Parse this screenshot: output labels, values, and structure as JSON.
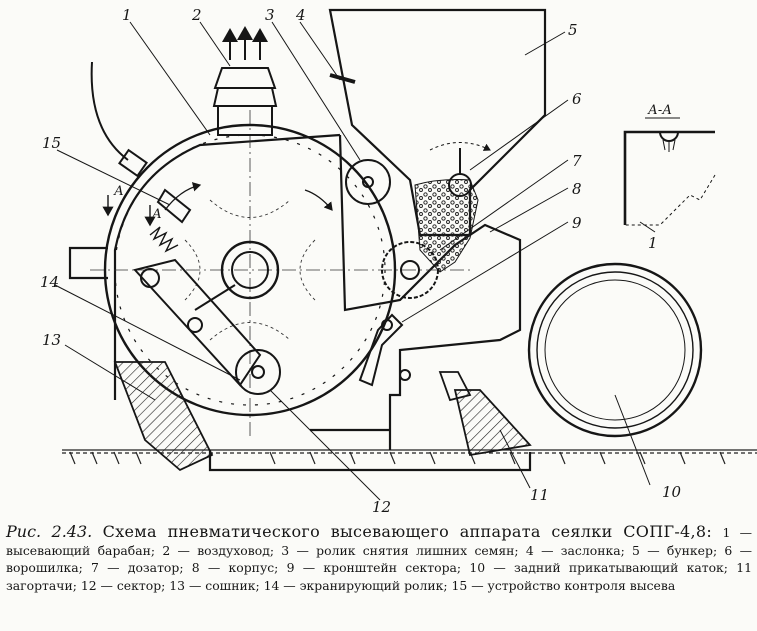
{
  "figure": {
    "callouts": [
      "1",
      "2",
      "3",
      "4",
      "5",
      "6",
      "7",
      "8",
      "9",
      "10",
      "11",
      "12",
      "13",
      "14",
      "15"
    ],
    "section_label": "А-А",
    "arrow_label": "А"
  },
  "caption": {
    "prefix": "Рис.",
    "number": "2.43.",
    "title": "Схема пневматического высевающего аппарата сеялки СОПГ-4,8:",
    "legend": "1 — высевающий барабан; 2 — воздуховод; 3 — ролик снятия лишних семян; 4 — заслонка; 5 — бункер; 6 — ворошилка; 7 — дозатор; 8 — корпус; 9 — кронштейн сектора; 10 — задний прикатывающий каток; 11 загортачи; 12 — сектор; 13 — сошник; 14 — экранирующий ролик; 15 — устройство контроля высева"
  }
}
